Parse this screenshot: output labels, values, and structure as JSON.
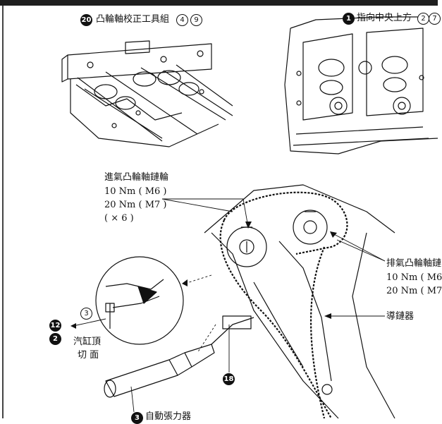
{
  "callouts": {
    "tool": {
      "num": "20",
      "text": "凸輪軸校正工具組",
      "refs": [
        "4",
        "9"
      ]
    },
    "mark": {
      "num": "1",
      "text": "指向中央上方",
      "refs": [
        "2",
        "7"
      ]
    },
    "intake": {
      "title": "進氣凸輪軸鏈輪",
      "spec1": "10 Nm ( M6 )",
      "spec2": "20 Nm ( M7 )",
      "qty": "( × 6 )"
    },
    "exhaust": {
      "title": "排氣凸輪軸鏈",
      "spec1": "10 Nm ( M6",
      "spec2": "20 Nm ( M7"
    },
    "guide": {
      "text": "導鏈器"
    },
    "ref3": "3",
    "ref12": "12",
    "ref2": "2",
    "head": {
      "line1": "汽缸頂",
      "line2": "切 面"
    },
    "ref18": "18",
    "tensioner": {
      "num": "3",
      "text": "自動張力器"
    }
  },
  "colors": {
    "ink": "#111111",
    "paper": "#ffffff",
    "topbar": "#1f1f1f"
  },
  "icons": [
    "black-callout-circle",
    "outlined-callout-circle",
    "leader-arrow"
  ]
}
